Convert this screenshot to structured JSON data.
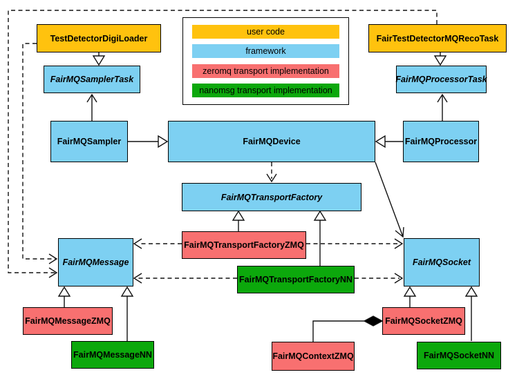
{
  "colors": {
    "user_code": "#FFC20E",
    "framework": "#7DD0F2",
    "zeromq": "#F87070",
    "nanomsg": "#0CA80C"
  },
  "legend": {
    "items": [
      {
        "label": "user code",
        "color": "#FFC20E"
      },
      {
        "label": "framework",
        "color": "#7DD0F2"
      },
      {
        "label": "zeromq transport implementation",
        "color": "#F87070"
      },
      {
        "label": "nanomsg transport implementation",
        "color": "#0CA80C"
      }
    ]
  },
  "nodes": {
    "testDetectorDigiLoader": {
      "label": "TestDetectorDigiLoader",
      "color": "#FFC20E"
    },
    "fairTestDetectorMQRecoTask": {
      "label": "FairTestDetectorMQRecoTask",
      "color": "#FFC20E"
    },
    "fairMQSamplerTask": {
      "label": "FairMQSamplerTask",
      "color": "#7DD0F2"
    },
    "fairMQProcessorTask": {
      "label": "FairMQProcessorTask",
      "color": "#7DD0F2"
    },
    "fairMQSampler": {
      "label": "FairMQSampler",
      "color": "#7DD0F2"
    },
    "fairMQDevice": {
      "label": "FairMQDevice",
      "color": "#7DD0F2"
    },
    "fairMQProcessor": {
      "label": "FairMQProcessor",
      "color": "#7DD0F2"
    },
    "fairMQTransportFactory": {
      "label": "FairMQTransportFactory",
      "color": "#7DD0F2"
    },
    "fairMQTransportFactoryZMQ": {
      "label": "FairMQTransportFactoryZMQ",
      "color": "#F87070"
    },
    "fairMQTransportFactoryNN": {
      "label": "FairMQTransportFactoryNN",
      "color": "#0CA80C"
    },
    "fairMQMessage": {
      "label": "FairMQMessage",
      "color": "#7DD0F2"
    },
    "fairMQSocket": {
      "label": "FairMQSocket",
      "color": "#7DD0F2"
    },
    "fairMQMessageZMQ": {
      "label": "FairMQMessageZMQ",
      "color": "#F87070"
    },
    "fairMQMessageNN": {
      "label": "FairMQMessageNN",
      "color": "#0CA80C"
    },
    "fairMQSocketZMQ": {
      "label": "FairMQSocketZMQ",
      "color": "#F87070"
    },
    "fairMQSocketNN": {
      "label": "FairMQSocketNN",
      "color": "#0CA80C"
    },
    "fairMQContextZMQ": {
      "label": "FairMQContextZMQ",
      "color": "#F87070"
    }
  },
  "edges": [
    {
      "from": "TestDetectorDigiLoader",
      "to": "FairMQSamplerTask",
      "type": "inheritance"
    },
    {
      "from": "FairTestDetectorMQRecoTask",
      "to": "FairMQProcessorTask",
      "type": "inheritance"
    },
    {
      "from": "FairMQSampler",
      "to": "FairMQDevice",
      "type": "inheritance"
    },
    {
      "from": "FairMQProcessor",
      "to": "FairMQDevice",
      "type": "inheritance"
    },
    {
      "from": "FairMQTransportFactoryZMQ",
      "to": "FairMQTransportFactory",
      "type": "inheritance"
    },
    {
      "from": "FairMQTransportFactoryNN",
      "to": "FairMQTransportFactory",
      "type": "inheritance"
    },
    {
      "from": "FairMQMessageZMQ",
      "to": "FairMQMessage",
      "type": "inheritance"
    },
    {
      "from": "FairMQMessageNN",
      "to": "FairMQMessage",
      "type": "inheritance"
    },
    {
      "from": "FairMQSocketZMQ",
      "to": "FairMQSocket",
      "type": "inheritance"
    },
    {
      "from": "FairMQSocketNN",
      "to": "FairMQSocket",
      "type": "inheritance"
    },
    {
      "from": "FairMQSampler",
      "to": "FairMQSamplerTask",
      "type": "association"
    },
    {
      "from": "FairMQProcessor",
      "to": "FairMQProcessorTask",
      "type": "association"
    },
    {
      "from": "FairMQDevice",
      "to": "FairMQSocket",
      "type": "association"
    },
    {
      "from": "FairMQDevice",
      "to": "FairMQTransportFactory",
      "type": "dependency"
    },
    {
      "from": "TestDetectorDigiLoader",
      "to": "FairMQMessage",
      "type": "dependency"
    },
    {
      "from": "FairTestDetectorMQRecoTask",
      "to": "FairMQMessage",
      "type": "dependency"
    },
    {
      "from": "FairMQTransportFactoryZMQ",
      "to": "FairMQMessage",
      "type": "dependency"
    },
    {
      "from": "FairMQTransportFactoryZMQ",
      "to": "FairMQSocket",
      "type": "dependency"
    },
    {
      "from": "FairMQTransportFactoryNN",
      "to": "FairMQMessage",
      "type": "dependency"
    },
    {
      "from": "FairMQTransportFactoryNN",
      "to": "FairMQSocket",
      "type": "dependency"
    },
    {
      "from": "FairMQContextZMQ",
      "to": "FairMQSocketZMQ",
      "type": "composition"
    }
  ]
}
